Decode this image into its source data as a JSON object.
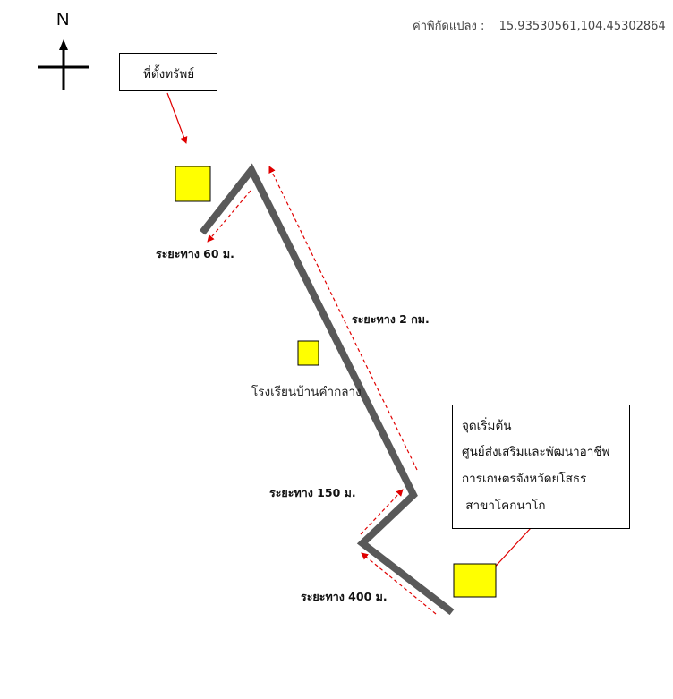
{
  "north_label": "N",
  "coordinates": {
    "label": "ค่าพิกัดแปลง :",
    "value": "15.93530561,104.45302864"
  },
  "property_box": {
    "text": "ที่ตั้งทรัพย์"
  },
  "start_box": {
    "lines": [
      "จุดเริ่มต้น",
      "ศูนย์ส่งเสริมและพัฒนาอาชีพ",
      "การเกษตรจังหวัดยโสธร",
      " สาขาโคกนาโก"
    ]
  },
  "school_label": "โรงเรียนบ้านคำกลาง",
  "distances": {
    "d60": "ระยะทาง 60 ม.",
    "d2km": "ระยะทาง 2 กม.",
    "d150": "ระยะทาง 150 ม.",
    "d400": "ระยะทาง 400 ม."
  },
  "colors": {
    "road": "#595959",
    "marker": "#ffff00",
    "arrow": "#e00000"
  },
  "icons": {
    "compass": "north-arrow-icon",
    "marker": "yellow-square-marker"
  }
}
